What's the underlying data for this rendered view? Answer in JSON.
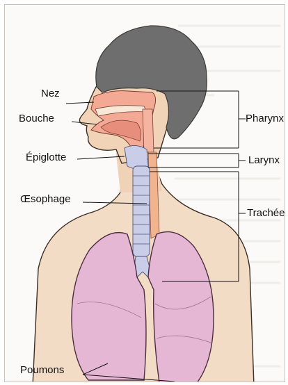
{
  "labels": {
    "nez": "Nez",
    "bouche": "Bouche",
    "epiglotte": "Épiglotte",
    "oesophage": "Œsophage",
    "poumons": "Poumons",
    "pharynx": "Pharynx",
    "larynx": "Larynx",
    "trachee": "Trachée"
  },
  "colors": {
    "hair": "#6e6e6e",
    "skin": "#f1d4b8",
    "lungs": "#e6b7d4",
    "airway": "#f3a994",
    "trachea": "#c9cde8"
  }
}
